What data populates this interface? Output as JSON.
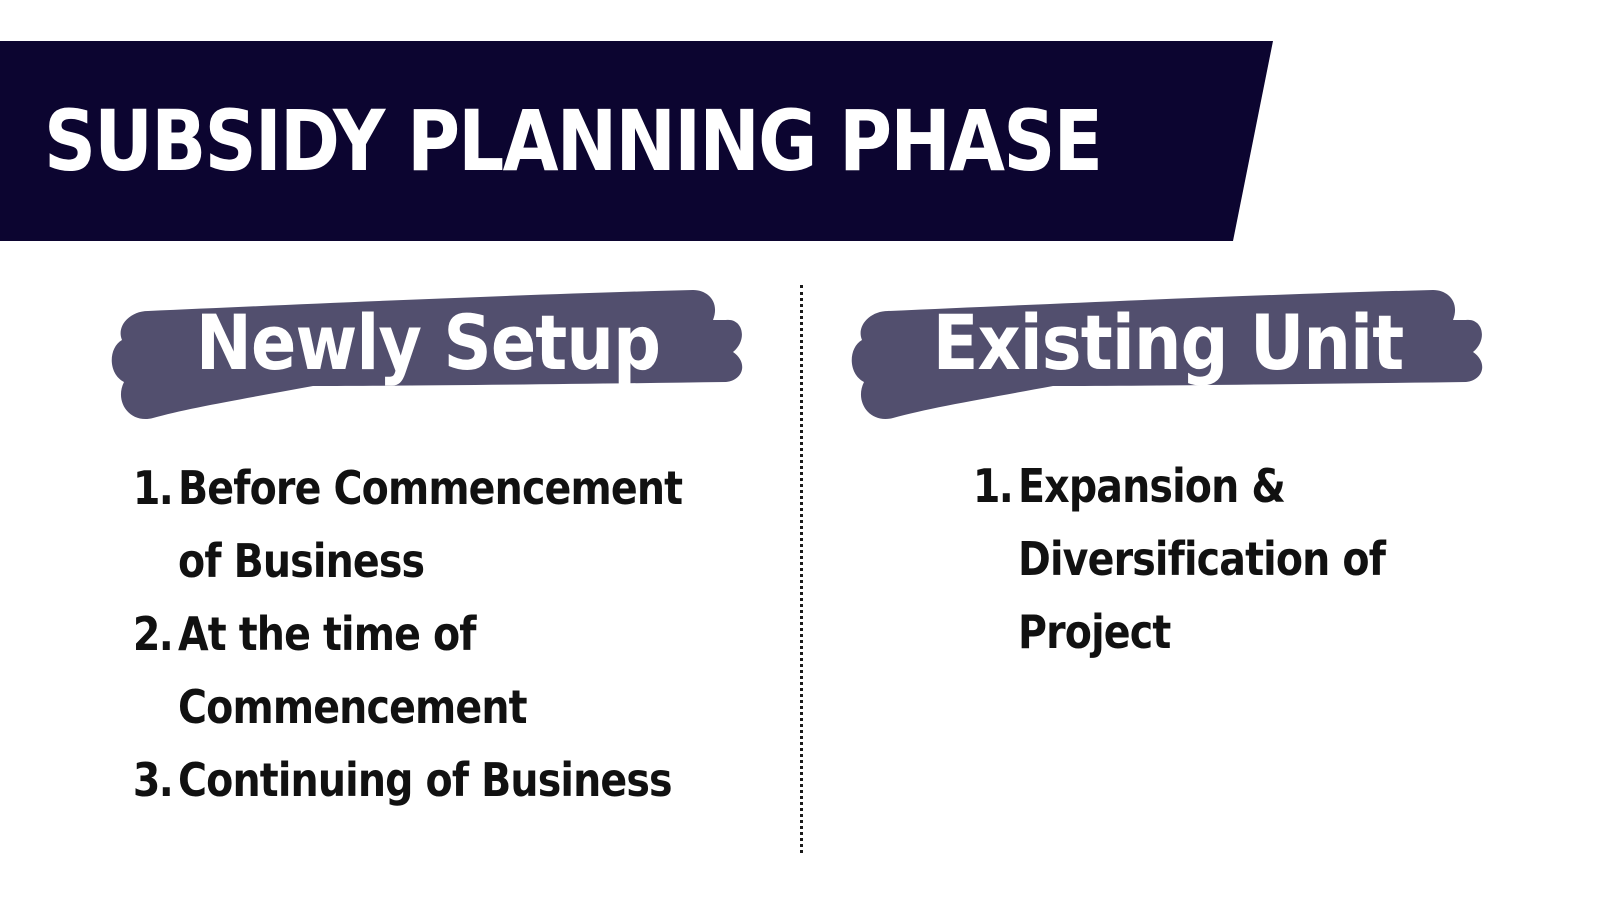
{
  "slide": {
    "title": "SUBSIDY PLANNING PHASE",
    "colors": {
      "banner": "#0c0530",
      "brush": "#524f6e",
      "header_text": "#ffffff",
      "body_text": "#111111",
      "divider": "#1a1a1a",
      "background": "#ffffff"
    }
  },
  "columns": [
    {
      "header": "Newly Setup",
      "items": [
        {
          "number": "1.",
          "text": "Before Commencement\nof Business"
        },
        {
          "number": "2.",
          "text": "At the time of\nCommencement"
        },
        {
          "number": "3.",
          "text": "Continuing of Business"
        }
      ]
    },
    {
      "header": "Existing Unit",
      "items": [
        {
          "number": "1.",
          "text": "Expansion &\nDiversification of\nProject"
        }
      ]
    }
  ]
}
